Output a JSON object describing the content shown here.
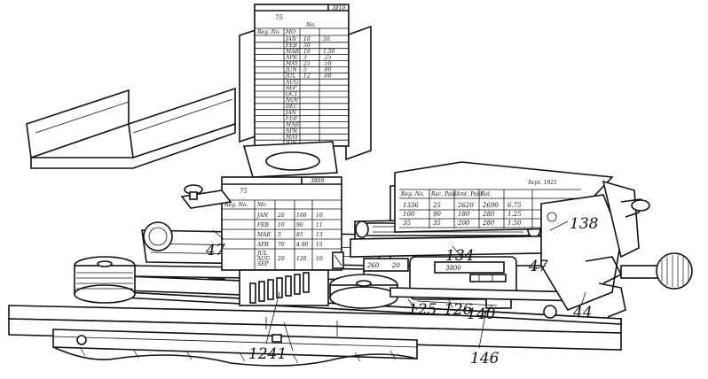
{
  "card_upper": {
    "number": "3810",
    "field_top": "75",
    "field_no": "No.",
    "header_a": "Reg. No.",
    "header_b": "MO",
    "months": [
      "JAN",
      "FEB",
      "MAR",
      "APR",
      "MAY",
      "JUN",
      "JUL",
      "AUG",
      "SEP",
      "OCT",
      "NOV",
      "DEC",
      "JAN",
      "FEB",
      "MAR",
      "APR",
      "MAY",
      "JUN"
    ],
    "values": [
      [
        "10",
        "50"
      ],
      [
        "50",
        ""
      ],
      [
        "10",
        "1.50"
      ],
      [
        "3",
        ".25"
      ],
      [
        "25",
        ".50"
      ],
      [
        "5",
        ".80"
      ],
      [
        "12",
        ".60"
      ]
    ]
  },
  "card_lower": {
    "number": "3809",
    "field_top": "75",
    "header_a": "Reg. No.",
    "header_b": "Mo",
    "months": [
      "JAN",
      "FEB",
      "MAR",
      "APR"
    ],
    "values": [
      [
        "20",
        "100",
        "10"
      ],
      [
        "10",
        "90",
        "11"
      ],
      [
        "5",
        "85",
        "13"
      ],
      [
        "70",
        "4.90",
        "15"
      ]
    ],
    "rows_lower": [
      "JUL",
      "AUG",
      "SEP"
    ],
    "values_lower": [
      [
        "20",
        "120",
        "10"
      ]
    ]
  },
  "ledger_sheet": {
    "date": "Sept. 1921",
    "header_row": [
      "Reg. No.",
      "Rec. Paid",
      "Amt. Paid",
      "Bal."
    ],
    "rows": [
      [
        "1336",
        "25",
        "2620",
        "2690",
        "6.75"
      ],
      [
        "100",
        "90",
        "180",
        "280",
        "1.25"
      ],
      [
        "35",
        "35",
        "200",
        "280",
        "1.50"
      ]
    ]
  },
  "counter_window": {
    "left": "260",
    "right": "20",
    "readout": "3800"
  },
  "labels": [
    "47",
    "134",
    "138",
    "47",
    "125",
    "126",
    "140",
    "44",
    "146",
    "1241"
  ]
}
